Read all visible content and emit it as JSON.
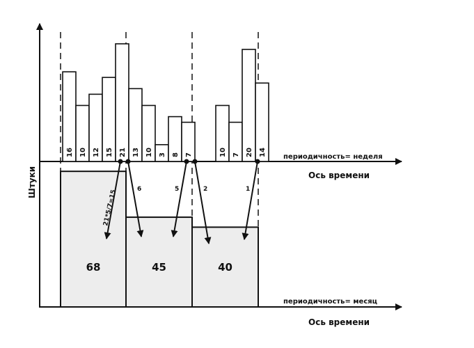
{
  "chart_data": [
    {
      "type": "bar",
      "ylabel": "Штуки",
      "xlabel": "Ось времени",
      "periodicity": "периодичность= неделя",
      "groups": [
        {
          "values": [
            16,
            10,
            12,
            15,
            21
          ]
        },
        {
          "values": [
            13,
            10,
            3,
            8,
            7
          ]
        },
        {
          "values": [
            10,
            7,
            20,
            14
          ]
        }
      ],
      "ylim": [
        0,
        24
      ]
    },
    {
      "type": "bar",
      "xlabel": "Ось времени",
      "periodicity": "периодичность= месяц",
      "categories": [
        "",
        "",
        ""
      ],
      "values": [
        68,
        45,
        40
      ],
      "ylim": [
        0,
        80
      ]
    }
  ],
  "annotations": {
    "formula": "21*5/7=15",
    "transfers": [
      "6",
      "5",
      "2",
      "1"
    ]
  },
  "colors": {
    "ink": "#111111",
    "month_fill": "#ededed"
  }
}
